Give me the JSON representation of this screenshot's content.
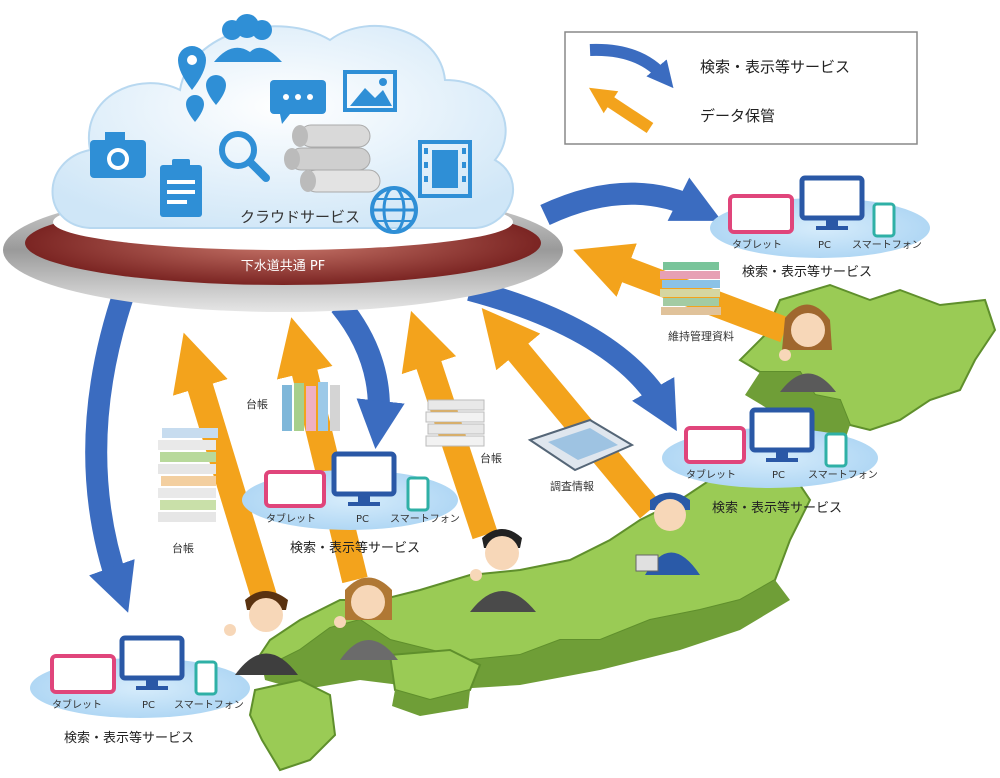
{
  "legend": {
    "search_label": "検索・表示等サービス",
    "storage_label": "データ保管"
  },
  "cloud": {
    "label": "クラウドサービス",
    "platform_label": "下水道共通 PF"
  },
  "device_labels": {
    "tablet": "タブレット",
    "pc": "PC",
    "smartphone": "スマートフォン"
  },
  "service_label": "検索・表示等サービス",
  "document_labels": {
    "maintenance": "維持管理資料",
    "ledger": "台帳",
    "survey": "調査情報"
  },
  "colors": {
    "search_arrow": "#3b6cc0",
    "storage_arrow": "#f3a31c",
    "cloud_fill": "#e6f2fb",
    "icon_blue": "#2f8fd6",
    "platform_ring": "#7a1c1c",
    "map_green": "#9acb55"
  }
}
